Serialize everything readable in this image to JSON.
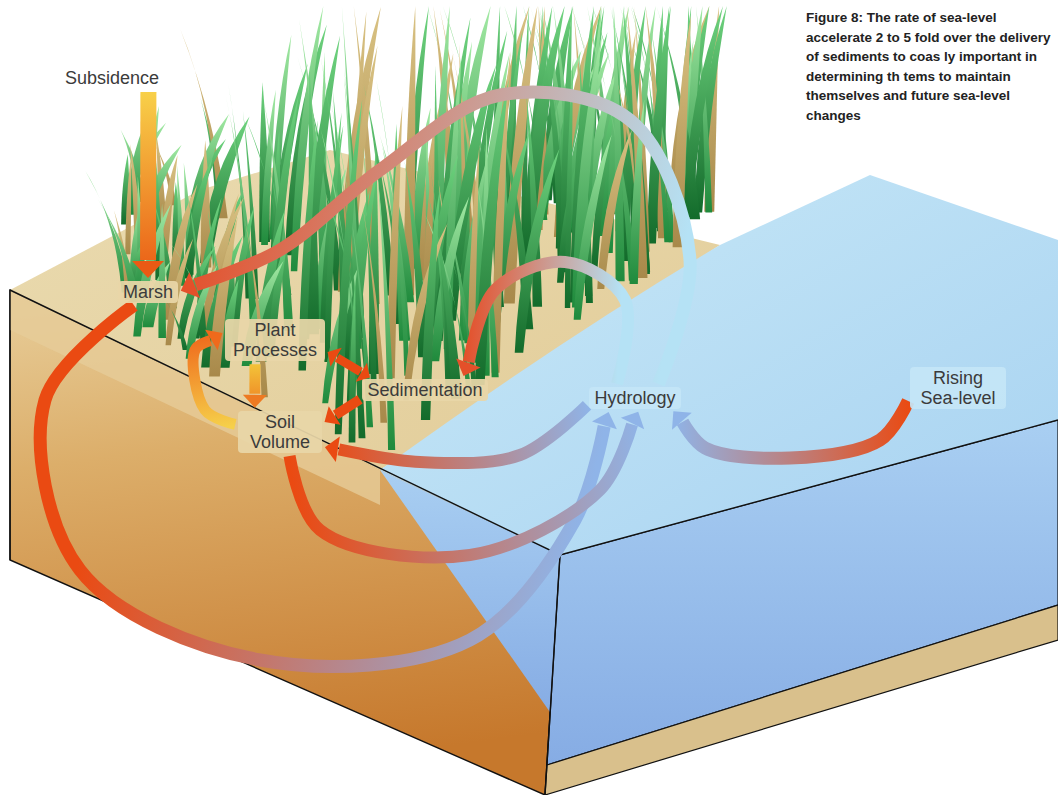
{
  "diagram": {
    "caption": "Figure 8: The rate of sea-level accelerate 2 to 5 fold over the delivery of sediments to coas ly important in determining th tems to maintain themselves and future sea-level changes",
    "nodes": [
      {
        "text": [
          "Subsidence"
        ]
      },
      {
        "text": [
          "Marsh"
        ]
      },
      {
        "text": [
          "Plant Processes"
        ]
      },
      {
        "text": [
          "Sedimentation"
        ]
      },
      {
        "text": [
          "Soil Volume"
        ]
      },
      {
        "text": [
          "Hydrology"
        ]
      },
      {
        "text": [
          "Rising Sea-level"
        ]
      }
    ],
    "edges": [
      {
        "from": 0,
        "to": 1,
        "arrow": "to"
      },
      {
        "from": 5,
        "to": 1,
        "arrow": "to"
      },
      {
        "from": 5,
        "to": 3,
        "arrow": "to"
      },
      {
        "from": 2,
        "to": 3,
        "arrow": "both"
      },
      {
        "from": 2,
        "to": 4,
        "arrow": "to"
      },
      {
        "from": 3,
        "to": 4,
        "arrow": "to"
      },
      {
        "from": 4,
        "to": 2,
        "arrow": "to"
      },
      {
        "from": 1,
        "to": 5,
        "arrow": "to"
      },
      {
        "from": 5,
        "to": 4,
        "arrow": "to"
      },
      {
        "from": 4,
        "to": 5,
        "arrow": "to"
      },
      {
        "from": 6,
        "to": 5,
        "arrow": "to"
      }
    ]
  }
}
